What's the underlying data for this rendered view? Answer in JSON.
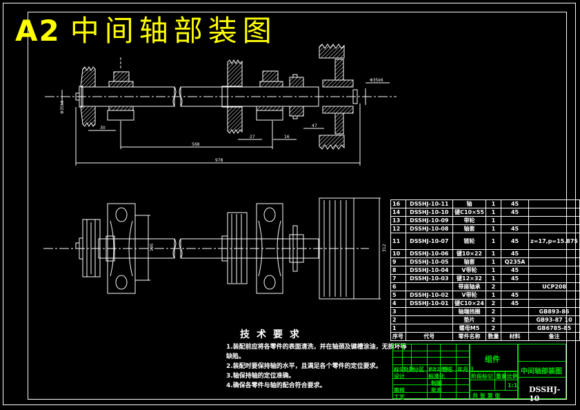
{
  "drawing": {
    "title_prefix": "A2",
    "title": "中间轴部装图",
    "colors": {
      "background": "#000000",
      "lines": "#ffffff",
      "title": "#ffff00",
      "title_block": "#00e000"
    },
    "dimensions": {
      "front_view": {
        "d1": "30",
        "d2": "568",
        "d3": "978",
        "d4": "27",
        "d5": "16",
        "d6": "47",
        "shaft_dia_left": "Φ35k6",
        "shaft_dia_right": "Φ35k6"
      },
      "top_view": {
        "pulley_dia": "312",
        "bearing_span": "195"
      }
    }
  },
  "bom": {
    "rows": [
      {
        "no": "16",
        "code": "DSSHJ-10-11",
        "name": "轴",
        "qty": "1",
        "material": "45",
        "note": ""
      },
      {
        "no": "14",
        "code": "DSSHJ-10-10",
        "name": "键C10×55",
        "qty": "1",
        "material": "45",
        "note": ""
      },
      {
        "no": "13",
        "code": "DSSHJ-10-09",
        "name": "带轮",
        "qty": "1",
        "material": "",
        "note": ""
      },
      {
        "no": "12",
        "code": "DSSHJ-10-08",
        "name": "轴套",
        "qty": "1",
        "material": "45",
        "note": ""
      },
      {
        "no": "11",
        "code": "DSSHJ-10-07",
        "name": "链轮",
        "qty": "1",
        "material": "45",
        "note": "z=17,p=15.875"
      },
      {
        "no": "10",
        "code": "DSSHJ-10-06",
        "name": "键10×22",
        "qty": "1",
        "material": "45",
        "note": ""
      },
      {
        "no": "9",
        "code": "DSSHJ-10-05",
        "name": "轴套",
        "qty": "1",
        "material": "Q235A",
        "note": ""
      },
      {
        "no": "8",
        "code": "DSSHJ-10-04",
        "name": "V带轮",
        "qty": "1",
        "material": "45",
        "note": ""
      },
      {
        "no": "7",
        "code": "DSSHJ-10-03",
        "name": "键12×32",
        "qty": "1",
        "material": "45",
        "note": ""
      },
      {
        "no": "6",
        "code": "",
        "name": "带座轴承",
        "qty": "2",
        "material": "",
        "note": "UCP208"
      },
      {
        "no": "5",
        "code": "DSSHJ-10-02",
        "name": "V带轮",
        "qty": "1",
        "material": "45",
        "note": ""
      },
      {
        "no": "4",
        "code": "DSSHJ-10-01",
        "name": "键C10×24",
        "qty": "2",
        "material": "45",
        "note": ""
      },
      {
        "no": "3",
        "code": "",
        "name": "轴端挡圈",
        "qty": "2",
        "material": "",
        "note": "GB893-86"
      },
      {
        "no": "2",
        "code": "",
        "name": "垫片",
        "qty": "2",
        "material": "",
        "note": "GB93-87 10"
      },
      {
        "no": "1",
        "code": "",
        "name": "螺母M5",
        "qty": "2",
        "material": "",
        "note": "GB6785-85"
      }
    ],
    "header": {
      "no": "序号",
      "code": "代号",
      "name": "零件名称",
      "qty": "数量",
      "material": "材料",
      "note": "备注"
    }
  },
  "technical_requirements": {
    "heading": "技术要求",
    "items": [
      "1.装配前应将各零件的表面清洗，并在轴颈及键槽涂油，无损坏等",
      "缺陷。",
      "2.装配时要保持轴的水平，且满足各个零件的定位要求。",
      "3.轴保持轴的定位准确。",
      "4.确保各零件与轴的配合符合要求。"
    ]
  },
  "title_block": {
    "part_type": "组件",
    "drawing_name": "中间轴部装图",
    "drawing_code": "DSSHJ-10",
    "labels": {
      "mark": "标记",
      "count": "处数",
      "zone": "分区",
      "change_doc": "更改文件号",
      "signature": "签名",
      "date": "年月日",
      "design": "设计",
      "standardize": "标准化",
      "drafting": "制图",
      "review": "审核",
      "process": "工艺",
      "approve": "批准",
      "stage_mark": "阶段标记",
      "weight": "重量",
      "scale": "比例",
      "scale_value": "1:1",
      "sheets": "共 张 第 张"
    }
  }
}
